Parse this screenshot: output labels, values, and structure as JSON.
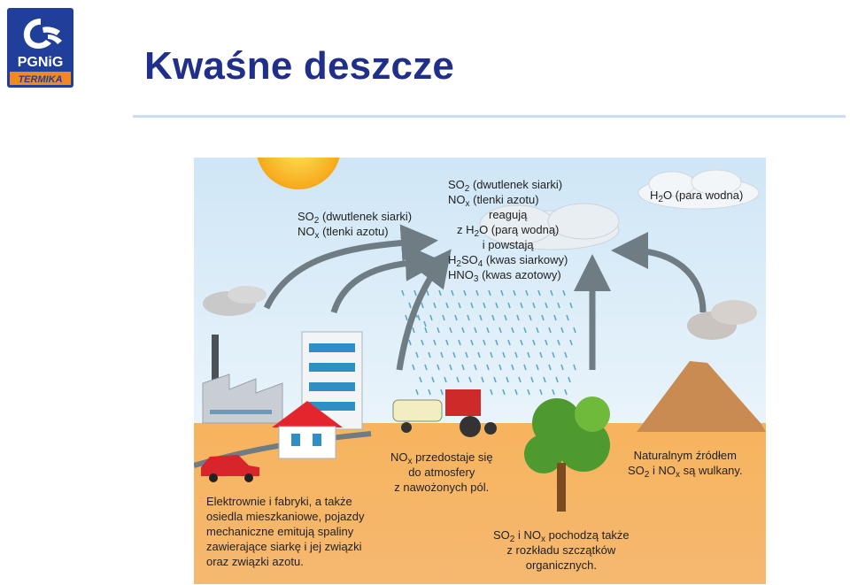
{
  "logo": {
    "brand": "PGNiG",
    "sub": "TERMIKA",
    "colors": {
      "blue": "#1f3f9a",
      "orange": "#f08a1c"
    }
  },
  "slide": {
    "title": "Kwaśne deszcze"
  },
  "diagram": {
    "label_sun": {
      "line1": " (dwutlenek siarki)",
      "line2": " (tlenki azotu)"
    },
    "label_cloud": {
      "l1": " (dwutlenek siarki)",
      "l2": " (tlenki azotu)",
      "l3": "reagują",
      "l4a": "z H",
      "l4b": "O (parą wodną)",
      "l5": "i powstają",
      "l6": " (kwas siarkowy)",
      "l7": " (kwas azotowy)"
    },
    "label_vapor": {
      "a": "H",
      "b": "O (para wodna)"
    },
    "label_fields": {
      "l1": " przedostaje się",
      "l2": "do atmosfery",
      "l3": "z nawożonych pól."
    },
    "label_volcano": {
      "l1": "Naturalnym źródłem",
      "l2a": " i NO",
      "l2b": " są wulkany."
    },
    "label_factories": {
      "l1": "Elektrownie i fabryki, a także",
      "l2": "osiedla mieszkaniowe, pojazdy",
      "l3": "mechaniczne emitują spaliny",
      "l4": "zawierające siarkę i jej związki",
      "l5": "oraz związki azotu."
    },
    "label_organic": {
      "l1a": " i NO",
      "l1b": " pochodzą także",
      "l2": "z rozkładu szczątków",
      "l3": "organicznych."
    },
    "chem": {
      "so": "SO",
      "no": "NO",
      "h2so": "H",
      "h2so_mid": "SO",
      "hno": "HNO",
      "sub2": "2",
      "subx": "x",
      "sub4": "4",
      "sub3": "3"
    }
  }
}
